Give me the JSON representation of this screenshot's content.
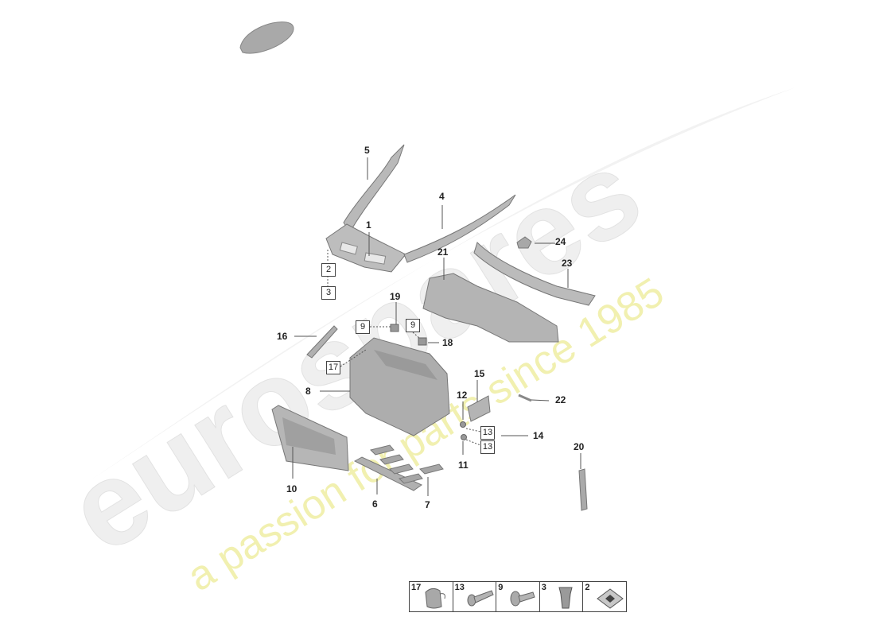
{
  "watermark": {
    "brand": "eurospares",
    "tagline": "a passion for parts since 1985"
  },
  "callouts": {
    "c1": "1",
    "c2": "2",
    "c3": "3",
    "c4": "4",
    "c5": "5",
    "c6": "6",
    "c7": "7",
    "c8": "8",
    "c9a": "9",
    "c9b": "9",
    "c10": "10",
    "c11": "11",
    "c12": "12",
    "c13a": "13",
    "c13b": "13",
    "c14": "14",
    "c15": "15",
    "c16": "16",
    "c17": "17",
    "c18": "18",
    "c19": "19",
    "c20": "20",
    "c21": "21",
    "c22": "22",
    "c23": "23",
    "c24": "24"
  },
  "legend": {
    "items": [
      "17",
      "13",
      "9",
      "3",
      "2"
    ]
  },
  "colors": {
    "part_fill": "#b9b9b9",
    "part_dark": "#8a8a8a",
    "watermark_grey": "#ececec",
    "watermark_yellow": "#efeea0"
  }
}
